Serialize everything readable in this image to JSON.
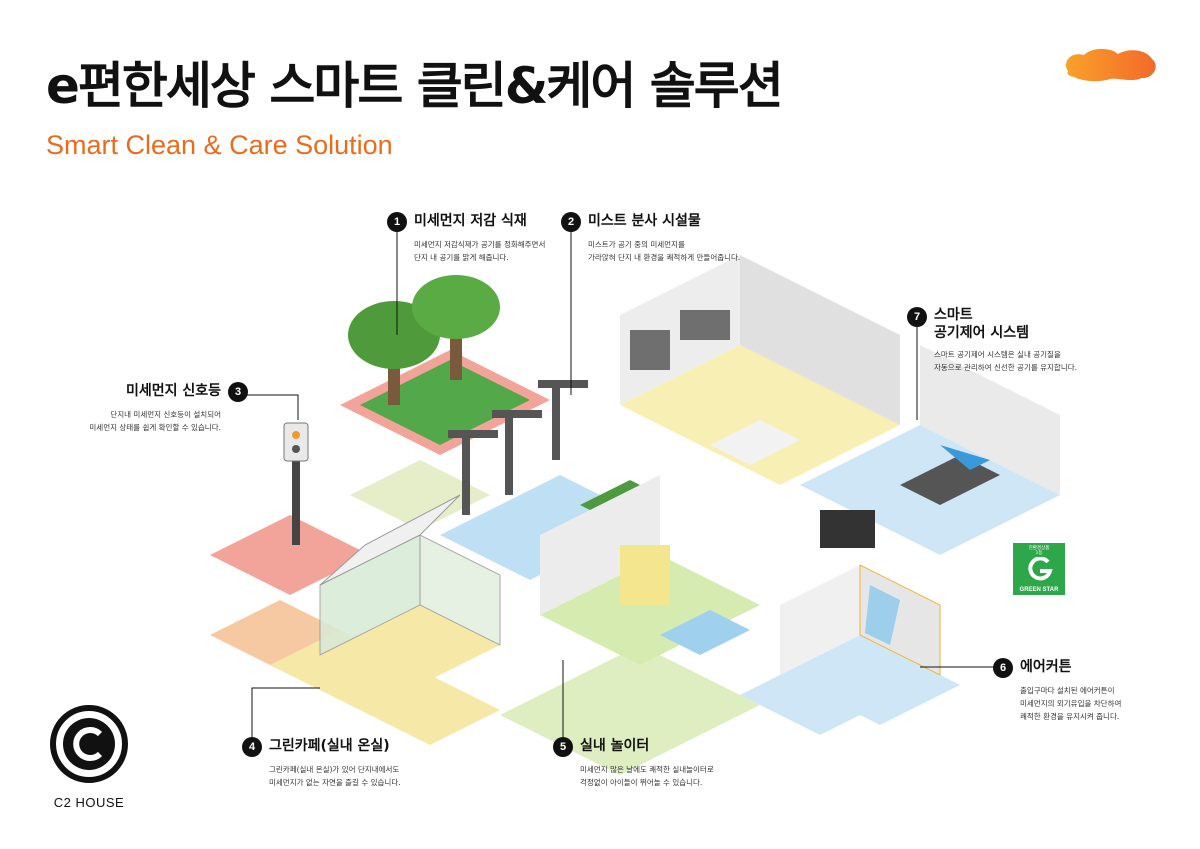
{
  "header": {
    "title": "e편한세상 스마트 클린&케어 솔루션",
    "subtitle": "Smart Clean & Care Solution"
  },
  "callouts": [
    {
      "num": "1",
      "title": "미세먼지 저감 식재",
      "desc1": "미세먼지 저감식재가 공기를 정화해주면서",
      "desc2": "단지 내 공기를 맑게 해줍니다."
    },
    {
      "num": "2",
      "title": "미스트 분사 시설물",
      "desc1": "미스트가 공기 중의 미세먼지를",
      "desc2": "가라앉혀 단지 내 환경을 쾌적하게 만들어줍니다."
    },
    {
      "num": "3",
      "title": "미세먼지 신호등",
      "desc1": "단지내 미세먼지 신호등이 설치되어",
      "desc2": "미세먼지 상태를 쉽게 확인할 수 있습니다."
    },
    {
      "num": "4",
      "title": "그린카페(실내 온실)",
      "desc1": "그린카페(실내 온실)가 있어 단지내에서도",
      "desc2": "미세먼지가 없는 자연을 즐길 수 있습니다."
    },
    {
      "num": "5",
      "title": "실내 놀이터",
      "desc1": "미세먼지 많은 날에도 쾌적한 실내놀이터로",
      "desc2": "걱정없이 아이들이 뛰어놀 수 있습니다."
    },
    {
      "num": "6",
      "title": "에어커튼",
      "desc1": "출입구마다 설치된 에어커튼이",
      "desc2": "미세먼지의 외기유입을 차단하여",
      "desc3": "쾌적한 환경을 유지시켜 줍니다."
    },
    {
      "num": "7",
      "title1": "스마트",
      "title2": "공기제어 시스템",
      "desc1": "스마트 공기제어 시스템은 실내 공기질을",
      "desc2": "자동으로 관리하여 신선한 공기를 유지합니다."
    }
  ],
  "logo": {
    "text": "C2 HOUSE"
  },
  "badge": {
    "top1": "친환경상품",
    "top2": "1등",
    "text": "GREEN STAR"
  },
  "colors": {
    "accent": "#e96b1c",
    "green": "#2ea74a",
    "ink": "#111111"
  }
}
